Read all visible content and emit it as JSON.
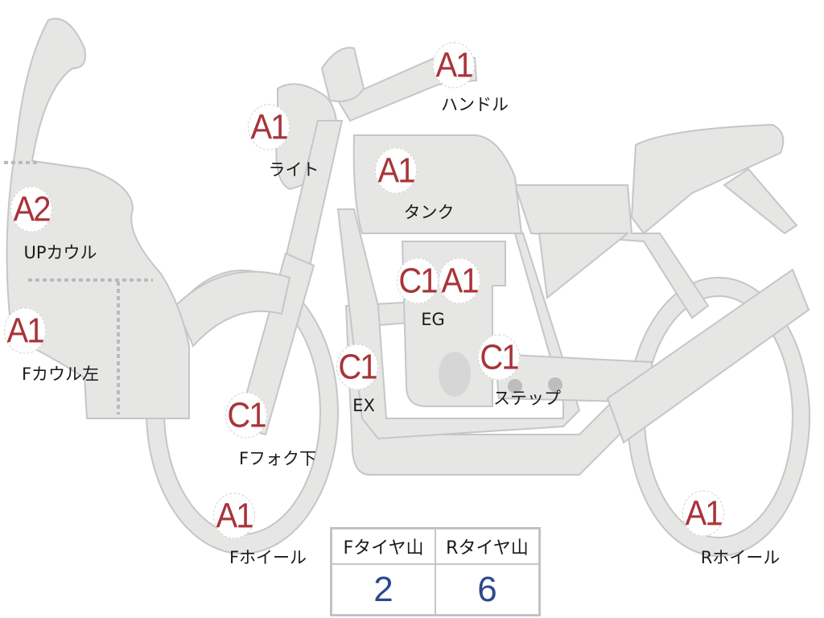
{
  "parts": [
    {
      "id": "handle",
      "grade": "A1",
      "label": "ハンドル"
    },
    {
      "id": "light",
      "grade": "A1",
      "label": "ライト"
    },
    {
      "id": "tank",
      "grade": "A1",
      "label": "タンク"
    },
    {
      "id": "up-cowl",
      "grade": "A2",
      "label": "UPカウル"
    },
    {
      "id": "f-cowl-left",
      "grade": "A1",
      "label": "Fカウル左"
    },
    {
      "id": "eg",
      "grades": [
        "C1",
        "A1"
      ],
      "label": "EG"
    },
    {
      "id": "ex",
      "grade": "C1",
      "label": "EX"
    },
    {
      "id": "step",
      "grade": "C1",
      "label": "ステップ"
    },
    {
      "id": "f-fork-lower",
      "grade": "C1",
      "label": "Fフォク下"
    },
    {
      "id": "f-wheel",
      "grade": "A1",
      "label": "Fホイール"
    },
    {
      "id": "r-wheel",
      "grade": "A1",
      "label": "Rホイール"
    }
  ],
  "tire_table": {
    "headers": [
      "Fタイヤ山",
      "Rタイヤ山"
    ],
    "values": [
      "2",
      "6"
    ]
  },
  "colors": {
    "grade": "#a8343a",
    "value": "#2b4a8e",
    "part_fill": "#e6e6e4",
    "part_stroke": "#c4c6c9"
  }
}
